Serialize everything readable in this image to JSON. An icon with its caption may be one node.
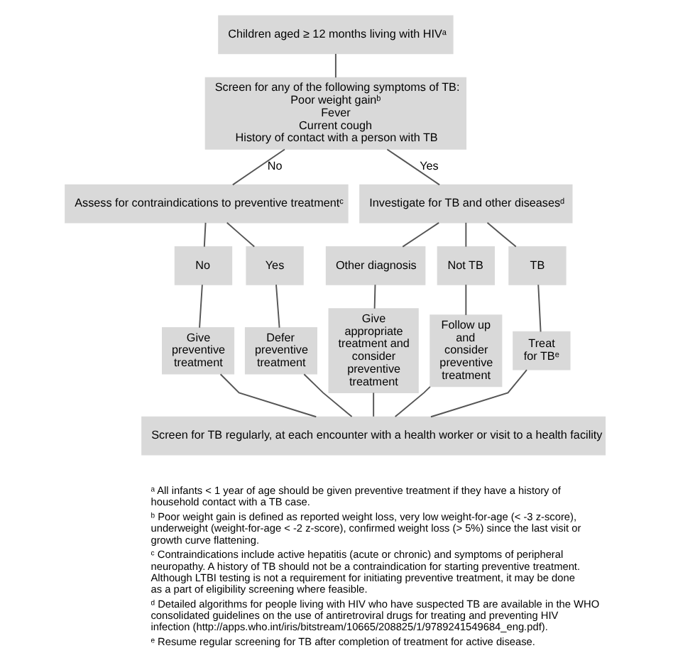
{
  "diagram": {
    "nodes": [
      {
        "text": [
          "Children aged ≥ 12 months living with HIVᵃ"
        ]
      },
      {
        "text": [
          "Screen for any of the following symptoms of TB:",
          "Poor weight gainᵇ",
          "Fever",
          "Current cough",
          "History of contact with a person with TB"
        ]
      },
      {
        "text": [
          "Assess for contraindications to preventive treatmentᶜ"
        ]
      },
      {
        "text": [
          "Investigate for TB and other diseasesᵈ"
        ]
      },
      {
        "text": [
          "No"
        ]
      },
      {
        "text": [
          "Yes"
        ]
      },
      {
        "text": [
          "Other diagnosis"
        ]
      },
      {
        "text": [
          "Not TB"
        ]
      },
      {
        "text": [
          "TB"
        ]
      },
      {
        "text": [
          "Give preventive treatment"
        ]
      },
      {
        "text": [
          "Defer preventive treatment"
        ]
      },
      {
        "text": [
          "Give appropriate treatment and consider preventive treatment"
        ]
      },
      {
        "text": [
          "Follow up and consider preventive treatment"
        ]
      },
      {
        "text": [
          "Treat for TBᵉ"
        ]
      },
      {
        "text": [
          "Screen for TB regularly, at each encounter with a health worker or visit to a health facility"
        ]
      }
    ],
    "edges": [
      {
        "from": 0,
        "to": 1,
        "arrow": "none"
      },
      {
        "from": 1,
        "to": 2,
        "arrow": "none",
        "label": "No"
      },
      {
        "from": 1,
        "to": 3,
        "arrow": "none",
        "label": "Yes"
      },
      {
        "from": 2,
        "to": 4,
        "arrow": "none"
      },
      {
        "from": 2,
        "to": 5,
        "arrow": "none"
      },
      {
        "from": 3,
        "to": 6,
        "arrow": "none"
      },
      {
        "from": 3,
        "to": 7,
        "arrow": "none"
      },
      {
        "from": 3,
        "to": 8,
        "arrow": "none"
      },
      {
        "from": 4,
        "to": 9,
        "arrow": "none"
      },
      {
        "from": 5,
        "to": 10,
        "arrow": "none"
      },
      {
        "from": 6,
        "to": 11,
        "arrow": "none"
      },
      {
        "from": 7,
        "to": 12,
        "arrow": "none"
      },
      {
        "from": 8,
        "to": 13,
        "arrow": "none"
      },
      {
        "from": 9,
        "to": 14,
        "arrow": "none"
      },
      {
        "from": 10,
        "to": 14,
        "arrow": "none"
      },
      {
        "from": 11,
        "to": 14,
        "arrow": "none"
      },
      {
        "from": 12,
        "to": 14,
        "arrow": "none"
      },
      {
        "from": 13,
        "to": 14,
        "arrow": "none"
      }
    ],
    "labels": [
      "ᵃ All infants < 1 year of age should be given preventive treatment if they have a history of household contact with a TB case.",
      "ᵇ Poor weight gain is defined as reported weight loss, very low weight-for-age (< -3 z-score), underweight (weight-for-age < -2 z-score), confirmed weight loss (> 5%) since the last visit or growth curve flattening.",
      "ᶜ Contraindications include active hepatitis (acute or chronic) and symptoms of peripheral neuropathy. A history of TB should not be a contraindication for starting preventive treatment. Although LTBI testing is not a requirement for initiating preventive treatment, it may be done as a part of eligibility screening where feasible.",
      "ᵈ Detailed algorithms for people living with HIV who have suspected TB are available in the WHO consolidated guidelines on the use of antiretroviral drugs for treating and preventing HIV infection (http://apps.who.int/iris/bitstream/10665/208825/1/9789241549684_eng.pdf).",
      "ᵉ Resume regular screening for TB after completion of treatment for active disease."
    ]
  }
}
